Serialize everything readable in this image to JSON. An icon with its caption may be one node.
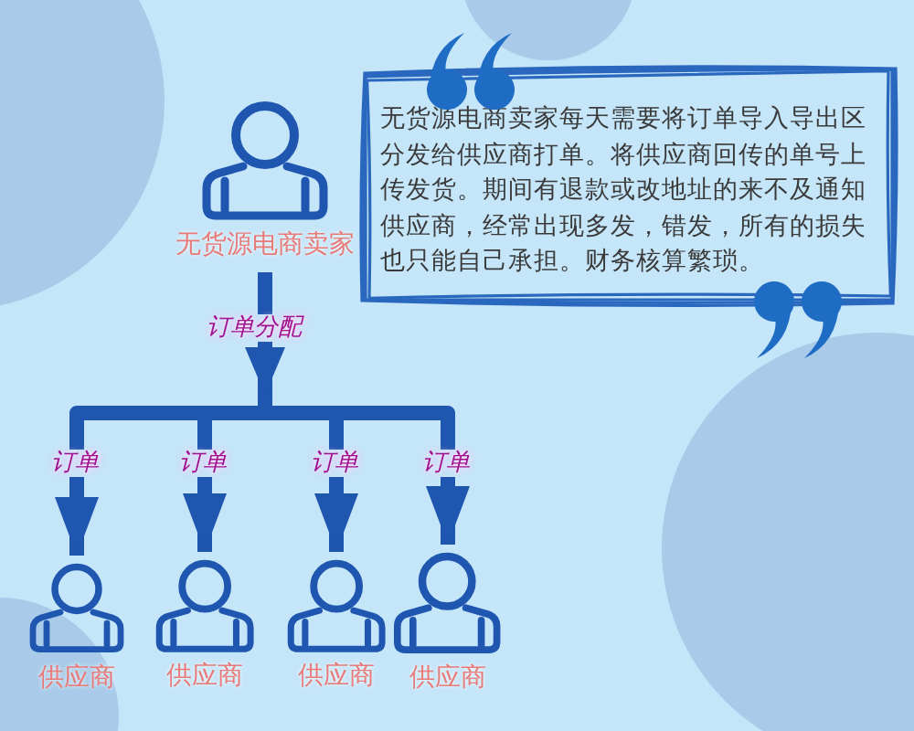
{
  "diagram": {
    "nodes": [
      {
        "text": [
          "无货源电商卖家"
        ]
      },
      {
        "text": [
          "无货源电商卖家每天需要将订单导入导出区分发给供应商打单。将供应商回传的单号上传发货。期间有退款或改地址的来不及通知供应商，经常出现多发，错发，所有的损失也只能自己承担。财务核算繁琐。"
        ]
      },
      {
        "text": [
          "供应商"
        ]
      },
      {
        "text": [
          "供应商"
        ]
      },
      {
        "text": [
          "供应商"
        ]
      },
      {
        "text": [
          "供应商"
        ]
      }
    ],
    "edges": [
      {
        "from": 0,
        "to": 2,
        "arrow": "to",
        "label": "订单"
      },
      {
        "from": 0,
        "to": 3,
        "arrow": "to",
        "label": "订单"
      },
      {
        "from": 0,
        "to": 4,
        "arrow": "to",
        "label": "订单"
      },
      {
        "from": 0,
        "to": 5,
        "arrow": "to",
        "label": "订单"
      }
    ],
    "labels": [
      "订单分配"
    ]
  }
}
